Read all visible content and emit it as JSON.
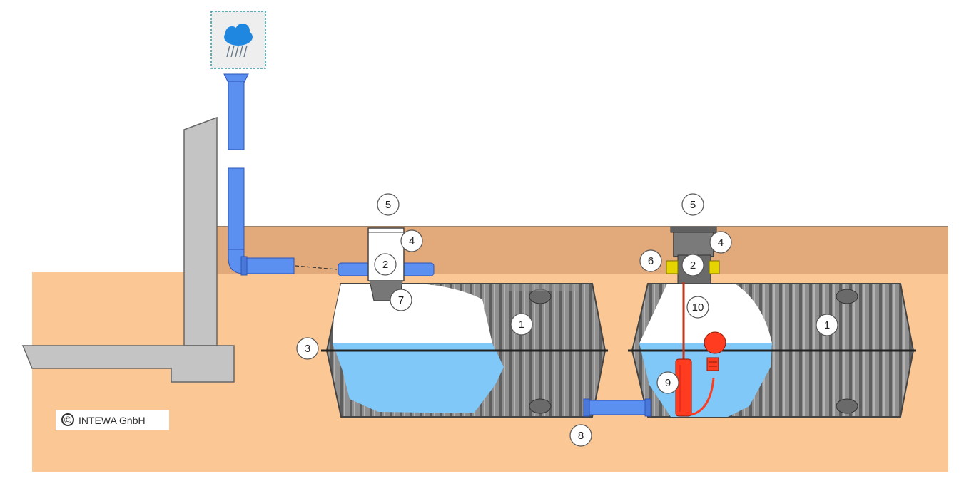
{
  "copyright": {
    "symbol": "©",
    "text": "INTEWA GnbH"
  },
  "rain_icon": {
    "name": "rain-cloud-icon"
  },
  "callouts": {
    "left_tank": {
      "tank": "1",
      "filter": "2",
      "tank_edge": "3",
      "riser": "4",
      "cover": "5",
      "inlet": "7"
    },
    "right_tank": {
      "tank": "1",
      "filter": "2",
      "riser": "4",
      "cover": "5",
      "side_port": "6",
      "pump": "9",
      "hose": "10"
    },
    "connector": "8"
  },
  "colors": {
    "soil": "#fbc895",
    "soil_top": "#e2aa7b",
    "water": "#7fc8f8",
    "pipe": "#5b8ff0",
    "tank": "#8c8c8c",
    "wall": "#c4c4c4",
    "pump": "#ff3c1f"
  }
}
